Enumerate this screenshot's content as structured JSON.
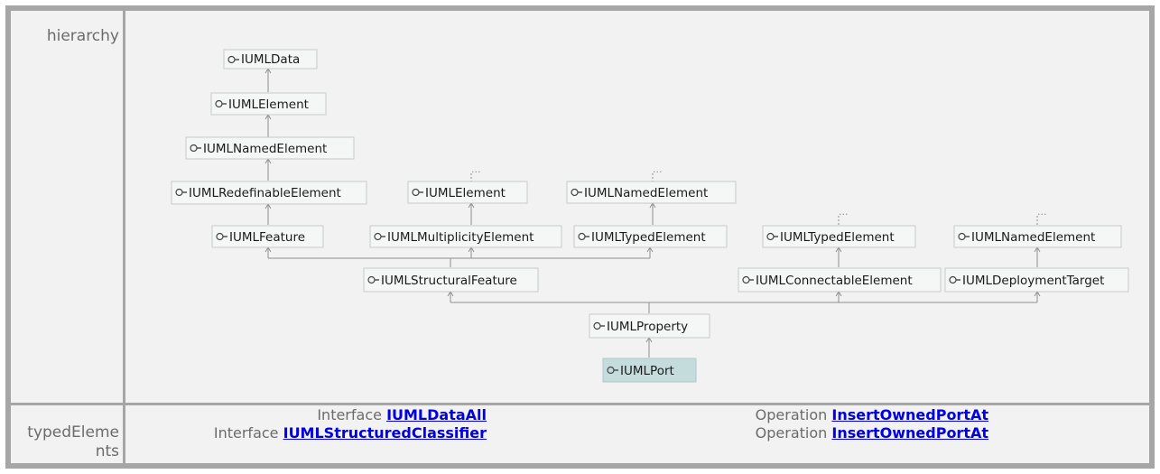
{
  "rows": {
    "hierarchy_label": "hierarchy",
    "typed_label": "typedElements"
  },
  "diagram": {
    "nodes": [
      {
        "id": "n1",
        "label": "IUMLData",
        "current": false
      },
      {
        "id": "n2",
        "label": "IUMLElement",
        "current": false
      },
      {
        "id": "n3",
        "label": "IUMLNamedElement",
        "current": false
      },
      {
        "id": "n4",
        "label": "IUMLRedefinableElement",
        "current": false
      },
      {
        "id": "n5",
        "label": "IUMLFeature",
        "current": false
      },
      {
        "id": "n6",
        "label": "IUMLElement",
        "current": false
      },
      {
        "id": "n7",
        "label": "IUMLMultiplicityElement",
        "current": false
      },
      {
        "id": "n8",
        "label": "IUMLNamedElement",
        "current": false
      },
      {
        "id": "n9",
        "label": "IUMLTypedElement",
        "current": false
      },
      {
        "id": "n10",
        "label": "IUMLStructuralFeature",
        "current": false
      },
      {
        "id": "n11",
        "label": "IUMLTypedElement",
        "current": false
      },
      {
        "id": "n12",
        "label": "IUMLConnectableElement",
        "current": false
      },
      {
        "id": "n13",
        "label": "IUMLNamedElement",
        "current": false
      },
      {
        "id": "n14",
        "label": "IUMLDeploymentTarget",
        "current": false
      },
      {
        "id": "n15",
        "label": "IUMLProperty",
        "current": false
      },
      {
        "id": "n16",
        "label": "IUMLPort",
        "current": true
      }
    ],
    "more_marker": "..."
  },
  "typed_elements": [
    {
      "kind": "Interface",
      "name": "IUMLDataAll"
    },
    {
      "kind": "Interface",
      "name": "IUMLStructuredClassifier"
    },
    {
      "kind": "Operation",
      "name": "InsertOwnedPortAt"
    },
    {
      "kind": "Operation",
      "name": "InsertOwnedPortAt"
    }
  ],
  "colors": {
    "current_node": "#c5dcdc",
    "link": "#0000e0"
  }
}
